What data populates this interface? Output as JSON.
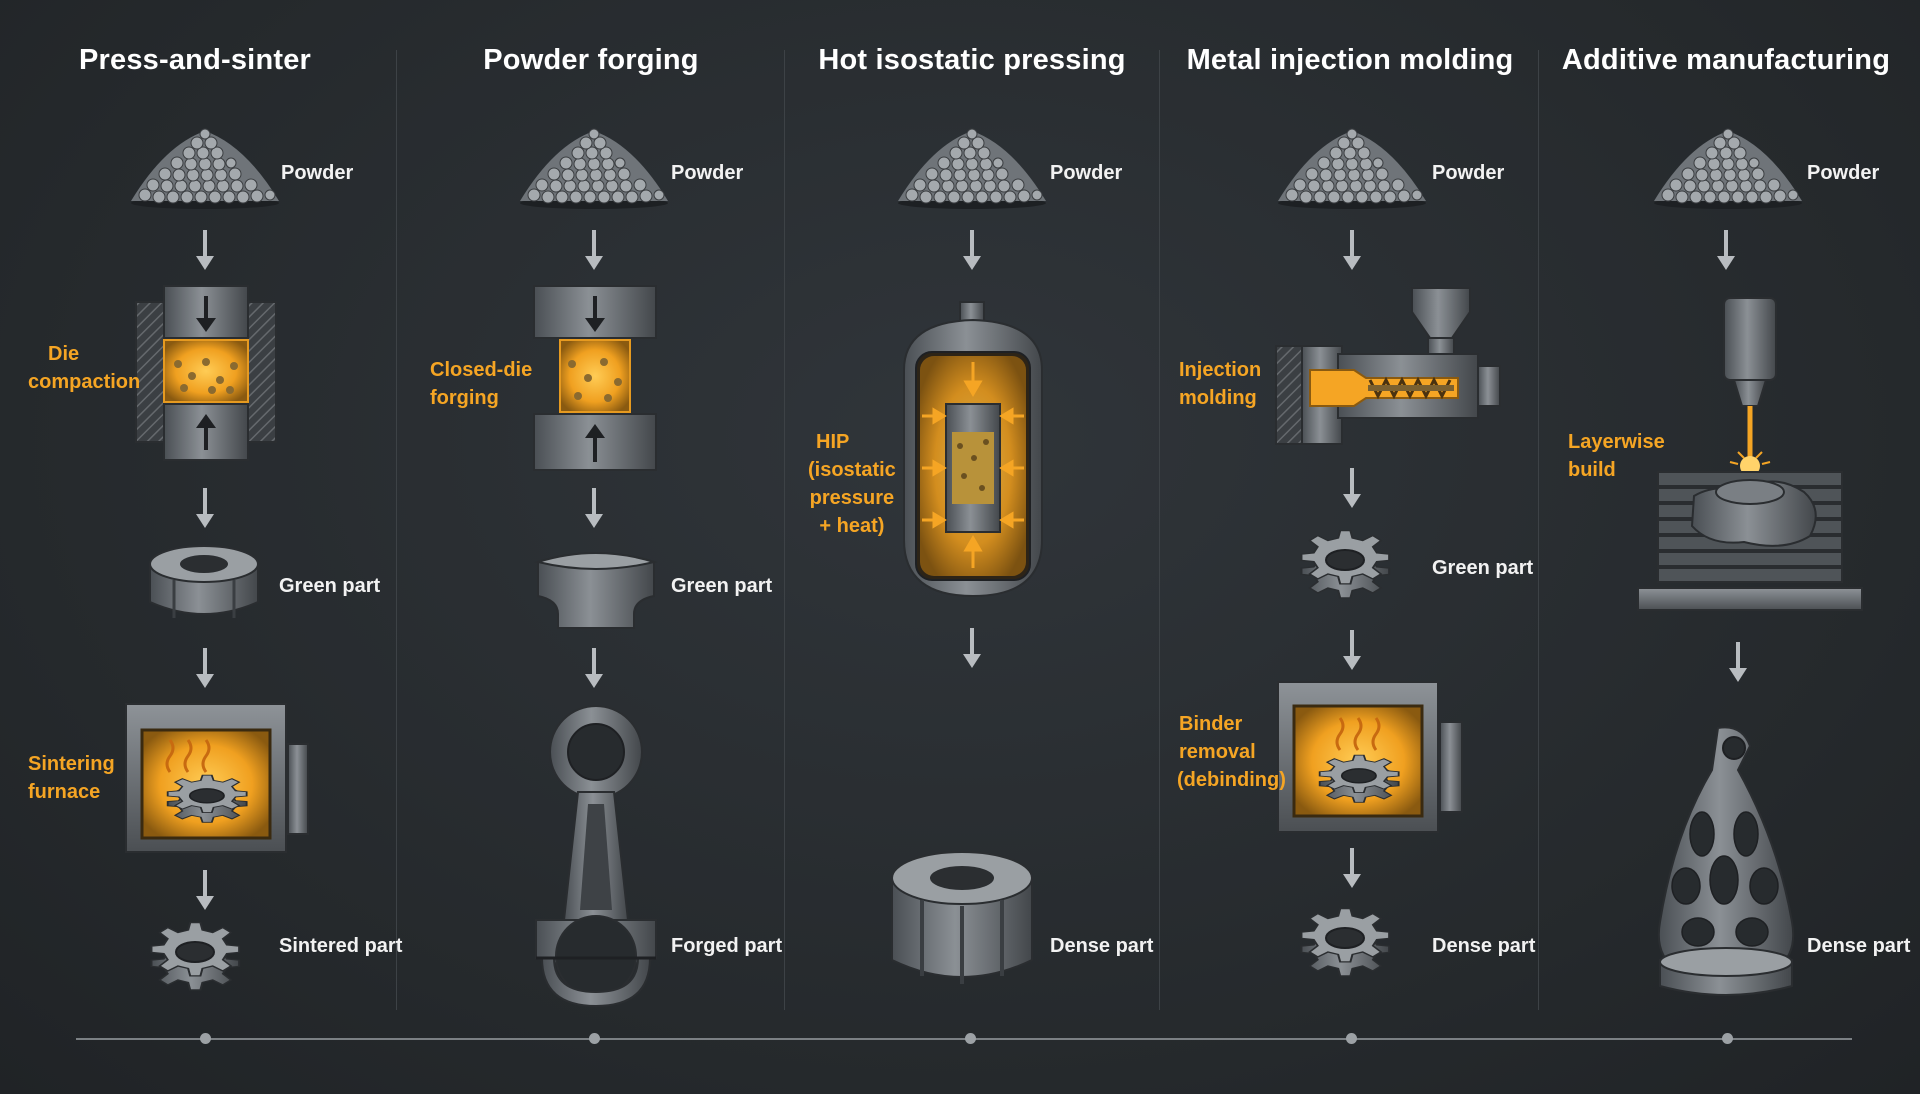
{
  "columns": [
    {
      "title": "Press-and-sinter",
      "labels": {
        "powder": "Powder",
        "step1": [
          "Die",
          "compaction"
        ],
        "mid": "Green part",
        "step2": [
          "Sintering",
          "furnace"
        ],
        "final": "Sintered part"
      }
    },
    {
      "title": "Powder forging",
      "labels": {
        "powder": "Powder",
        "step1": [
          "Closed-die",
          "forging"
        ],
        "mid": "Green part",
        "final": "Forged part"
      }
    },
    {
      "title": "Hot isostatic pressing",
      "labels": {
        "powder": "Powder",
        "step1": [
          "HIP",
          "(isostatic",
          "pressure",
          "+ heat)"
        ],
        "final": "Dense part"
      }
    },
    {
      "title": "Metal injection molding",
      "labels": {
        "powder": "Powder",
        "step1": [
          "Injection",
          "molding"
        ],
        "mid": "Green part",
        "step2": [
          "Binder",
          "removal",
          "(debinding)"
        ],
        "final": "Dense part"
      }
    },
    {
      "title": "Additive manufacturing",
      "labels": {
        "powder": "Powder",
        "step1": [
          "Layerwise",
          "build"
        ],
        "final": "Dense part"
      }
    }
  ],
  "colors": {
    "background": "#272b2e",
    "accent": "#f5a524",
    "text": "#ffffff",
    "metal": "#6b7075"
  },
  "icons": [
    "powder-pile-icon",
    "down-arrow-icon",
    "die-press-icon",
    "forging-press-icon",
    "hip-vessel-icon",
    "injection-molder-icon",
    "laser-printer-icon",
    "furnace-icon",
    "gear-icon",
    "bushing-icon",
    "connecting-rod-icon",
    "lattice-bracket-icon"
  ]
}
